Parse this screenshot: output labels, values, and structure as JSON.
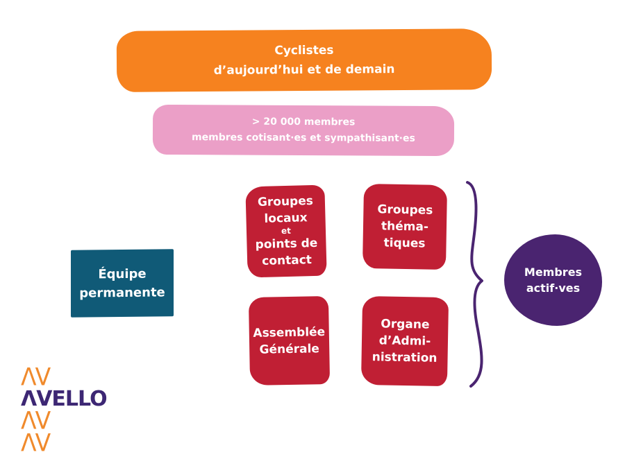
{
  "diagram": {
    "top_banner": {
      "lines": [
        "Cyclistes",
        "d’aujourd’hui et de demain"
      ],
      "color": "#f6821f"
    },
    "members_banner": {
      "lines": [
        "> 20 000 membres",
        "membres cotisant·es et sympathisant·es"
      ],
      "color": "#eb9fc7"
    },
    "boxes": [
      {
        "id": "groupes-locaux",
        "lines": [
          "Groupes",
          "locaux",
          "et",
          "points de",
          "contact"
        ],
        "color": "#c01f34"
      },
      {
        "id": "groupes-thematiques",
        "lines": [
          "Groupes",
          "théma-",
          "tiques"
        ],
        "color": "#c01f34"
      },
      {
        "id": "assemblee-generale",
        "lines": [
          "Assemblée",
          "Générale"
        ],
        "color": "#c01f34"
      },
      {
        "id": "organe-administration",
        "lines": [
          "Organe",
          "d’Admi-",
          "nistration"
        ],
        "color": "#c01f34"
      }
    ],
    "staff_box": {
      "lines": [
        "Équipe",
        "permanente"
      ],
      "color": "#105a77"
    },
    "active_members": {
      "lines": [
        "Membres",
        "actif·ves"
      ],
      "color": "#4a2470"
    },
    "brace": {
      "color": "#4a2470"
    }
  },
  "logo": {
    "mark": "ΛV",
    "wordmark": "ΛVELLO",
    "mark_color": "#f08a2c",
    "wordmark_color": "#3d2774"
  }
}
